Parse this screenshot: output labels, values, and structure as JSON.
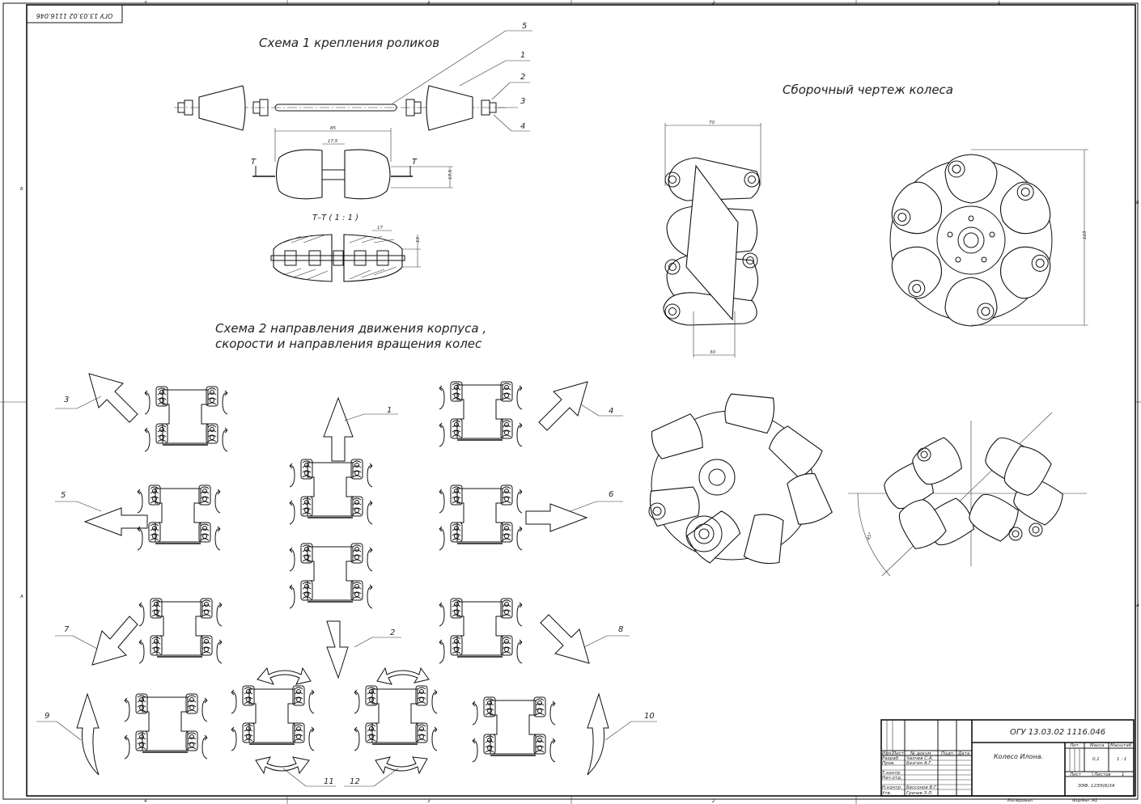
{
  "sheet": {
    "stamp_rotated": "ОГУ 13.03.02 1116.046",
    "zone_cols": [
      "4",
      "3",
      "2",
      "1"
    ],
    "zone_rows": [
      "Б",
      "А"
    ]
  },
  "scheme1": {
    "title": "Схема 1 крепления роликов",
    "callouts": [
      "5",
      "1",
      "2",
      "3",
      "4"
    ],
    "dims": {
      "d85": "85",
      "d17_5a": "17,5",
      "d17_5b": "17,5",
      "d17": "17",
      "d13": "13",
      "section_mark": "Т",
      "section_title": "Т–Т ( 1 : 1 )"
    }
  },
  "assembly": {
    "title": "Сборочный чертеж колеса",
    "dims": {
      "w70": "70",
      "w30": "30",
      "h123": "123",
      "angle": "45°"
    }
  },
  "scheme2": {
    "title_line1": "Схема 2 направления движения корпуса ,",
    "title_line2": "скорости и направления вращения колес",
    "callouts": [
      "1",
      "2",
      "3",
      "4",
      "5",
      "6",
      "7",
      "8",
      "9",
      "10",
      "11",
      "12"
    ]
  },
  "title_block": {
    "doc_code": "ОГУ 13.03.02 1116.046",
    "name": "Колесо Илона.",
    "hdr": {
      "izm": "Изм.",
      "list": "Лист",
      "ndoc": "№ докум.",
      "podp": "Подп.",
      "data": "Дата"
    },
    "roles": [
      {
        "role": "Разраб.",
        "person": "Чалчев С.А."
      },
      {
        "role": "Пров.",
        "person": "Безгин А.Г."
      },
      {
        "role": "Т.контр.",
        "person": ""
      },
      {
        "role": "Нач.отд.",
        "person": ""
      },
      {
        "role": "Н.контр.",
        "person": "Бессонов В.Г."
      },
      {
        "role": "Утв.",
        "person": "Грачев З.Л."
      }
    ],
    "lit_label": "Лит.",
    "mass_label": "Масса",
    "scale_label": "Масштаб",
    "mass": "0,1",
    "scale": "1 : 1",
    "sheet_label": "Лист",
    "sheets_label": "Листов",
    "sheets": "1",
    "org": "ЭЭФ, 12ЭЭ(б)3А",
    "copied": "Копировал",
    "format": "Формат А1"
  }
}
